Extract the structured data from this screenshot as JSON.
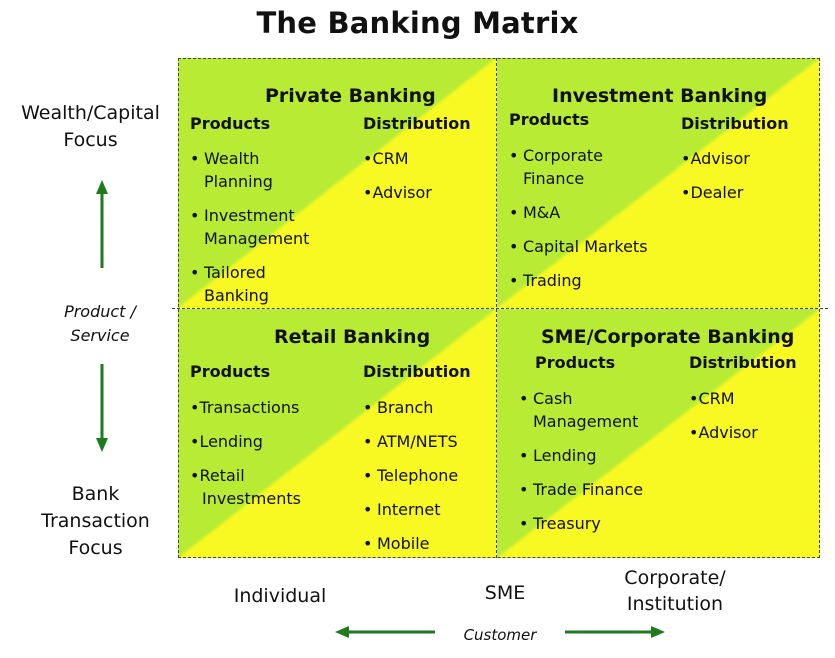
{
  "title": "The Banking Matrix",
  "y_axis": {
    "top_label": [
      "Wealth/Capital",
      "Focus"
    ],
    "middle_label": [
      "Product /",
      "Service"
    ],
    "bottom_label": [
      "Bank",
      "Transaction",
      "Focus"
    ]
  },
  "x_axis": {
    "left_label": "Individual",
    "middle_label": "SME",
    "right_label": [
      "Corporate/",
      "Institution"
    ],
    "axis_label": "Customer"
  },
  "colors": {
    "green": "#b8ec34",
    "yellow": "#f8f822",
    "arrow": "#1f7a1f"
  },
  "quadrants": {
    "private": {
      "title": "Private Banking",
      "products_heading": "Products",
      "distribution_heading": "Distribution",
      "products": [
        [
          "Wealth",
          "Planning"
        ],
        [
          "Investment",
          "Management"
        ],
        [
          "Tailored",
          "Banking"
        ]
      ],
      "distribution": [
        "•CRM",
        "•Advisor"
      ]
    },
    "investment": {
      "title": "Investment Banking",
      "products_heading": "Products",
      "distribution_heading": "Distribution",
      "products": [
        [
          "Corporate",
          "Finance"
        ],
        [
          "M&A"
        ],
        [
          "Capital Markets"
        ],
        [
          "Trading"
        ]
      ],
      "distribution": [
        "•Advisor",
        "•Dealer"
      ]
    },
    "retail": {
      "title": "Retail Banking",
      "products_heading": "Products",
      "distribution_heading": "Distribution",
      "products": [
        [
          "•Transactions"
        ],
        [
          "•Lending"
        ],
        [
          "•Retail",
          "Investments"
        ]
      ],
      "distribution": [
        "Branch",
        "ATM/NETS",
        "Telephone",
        "Internet",
        "Mobile"
      ]
    },
    "sme": {
      "title": "SME/Corporate Banking",
      "products_heading": "Products",
      "distribution_heading": "Distribution",
      "products": [
        [
          "Cash",
          "Management"
        ],
        [
          "Lending"
        ],
        [
          "Trade Finance"
        ],
        [
          "Treasury"
        ]
      ],
      "distribution": [
        "•CRM",
        "•Advisor"
      ]
    }
  }
}
